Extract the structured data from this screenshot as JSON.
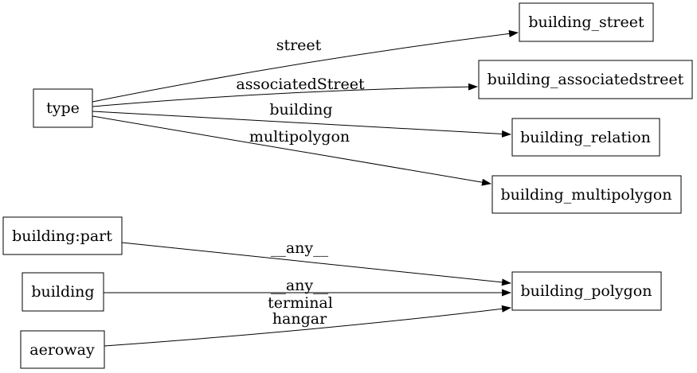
{
  "diagram": {
    "background_color": "#ffffff",
    "line_color": "#000000",
    "text_color": "#000000",
    "nodes": [
      {
        "id": "type",
        "label": "type"
      },
      {
        "id": "building_street",
        "label": "building_street"
      },
      {
        "id": "building_associatedstreet",
        "label": "building_associatedstreet"
      },
      {
        "id": "building_relation",
        "label": "building_relation"
      },
      {
        "id": "building_multipolygon",
        "label": "building_multipolygon"
      },
      {
        "id": "building:part",
        "label": "building:part"
      },
      {
        "id": "building",
        "label": "building"
      },
      {
        "id": "aeroway",
        "label": "aeroway"
      },
      {
        "id": "building_polygon",
        "label": "building_polygon"
      }
    ],
    "edges": [
      {
        "from": "type",
        "to": "building_street",
        "label": "street"
      },
      {
        "from": "type",
        "to": "building_associatedstreet",
        "label": "associatedStreet"
      },
      {
        "from": "type",
        "to": "building_relation",
        "label": "building"
      },
      {
        "from": "type",
        "to": "building_multipolygon",
        "label": "multipolygon"
      },
      {
        "from": "building:part",
        "to": "building_polygon",
        "label": "__any__"
      },
      {
        "from": "building",
        "to": "building_polygon",
        "label": "__any__"
      },
      {
        "from": "aeroway",
        "to": "building_polygon",
        "label": "terminal\nhangar",
        "label_lines": [
          "terminal",
          "hangar"
        ]
      }
    ]
  }
}
